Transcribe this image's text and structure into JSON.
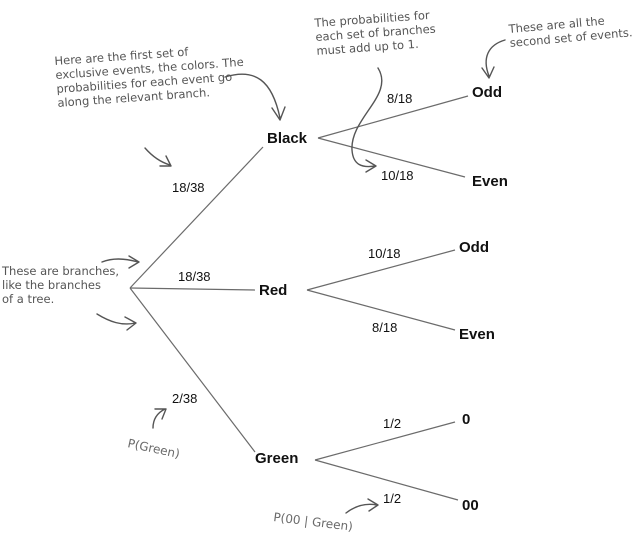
{
  "nodes": {
    "black": "Black",
    "red": "Red",
    "green": "Green",
    "black_odd": "Odd",
    "black_even": "Even",
    "red_odd": "Odd",
    "red_even": "Even",
    "green_0": "0",
    "green_00": "00"
  },
  "probabilities": {
    "black": "18/38",
    "red": "18/38",
    "green": "2/38",
    "black_odd": "8/18",
    "black_even": "10/18",
    "red_odd": "10/18",
    "red_even": "8/18",
    "green_0": "1/2",
    "green_00": "1/2"
  },
  "annotations": {
    "first_events": "Here are the first set of\nexclusive events, the colors. The\nprobabilities for each event go\nalong the relevant branch.",
    "sum_to_one": "The probabilities for\neach set of branches\nmust add up to 1.",
    "second_events": "These are all the\nsecond set of events.",
    "branches": "These are branches,\nlike the branches\nof a tree.",
    "p_green": "P(Green)",
    "p_00_given_green": "P(00 | Green)"
  }
}
